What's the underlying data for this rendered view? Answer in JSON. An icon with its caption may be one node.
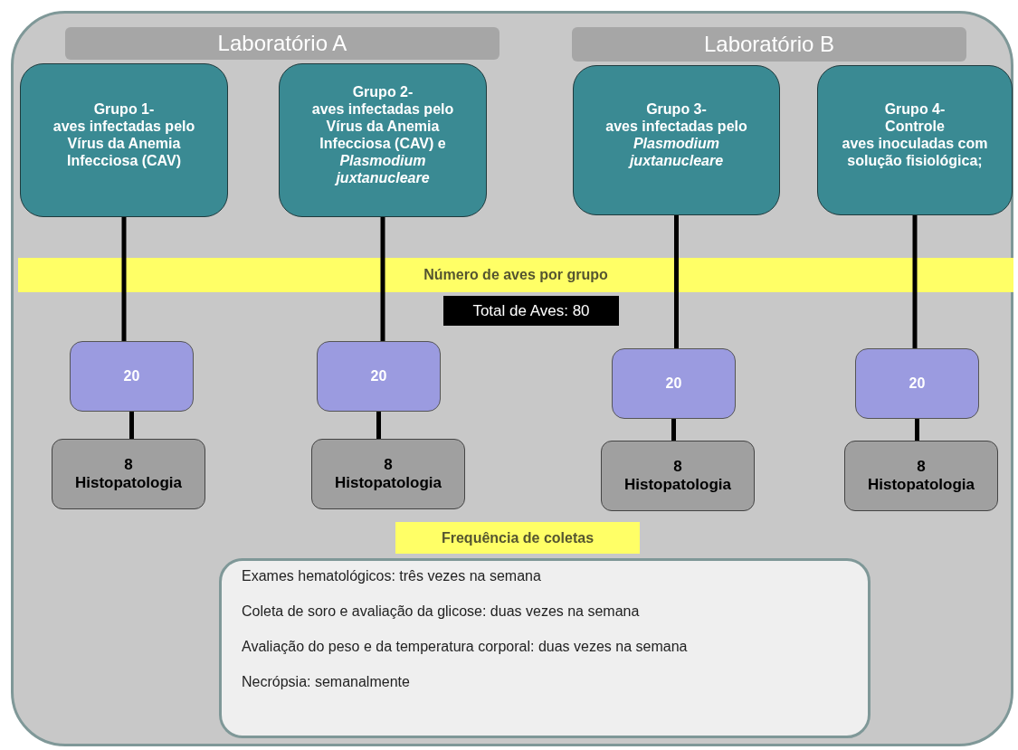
{
  "diagram": {
    "nodes": [
      {
        "text": [],
        "shape": "box"
      },
      {
        "text": [
          "Laboratório A"
        ],
        "in": 0
      },
      {
        "text": [
          "Laboratório B"
        ],
        "in": 0
      },
      {
        "text": [
          "Grupo 1-",
          "aves infectadas pelo Vírus da Anemia Infecciosa (CAV)"
        ],
        "in": 0
      },
      {
        "text": [
          "Grupo 2-",
          "aves infectadas pelo Vírus da Anemia Infecciosa (CAV) e *Plasmodium juxtanucleare*"
        ],
        "in": 0
      },
      {
        "text": [
          "Grupo 3-",
          "aves infectadas pelo *Plasmodium juxtanucleare*"
        ],
        "in": 0
      },
      {
        "text": [
          "Grupo 4-",
          "Controle",
          "aves inoculadas com solução fisiológica;"
        ],
        "in": 0
      },
      {
        "text": [
          "Total de Aves: 80"
        ],
        "in": 0
      },
      {
        "text": [
          "20"
        ],
        "in": 0
      },
      {
        "text": [
          "20"
        ],
        "in": 0
      },
      {
        "text": [
          "20"
        ],
        "in": 0
      },
      {
        "text": [
          "20"
        ],
        "in": 0
      },
      {
        "text": [
          "8",
          "Histopatologia"
        ],
        "in": 0
      },
      {
        "text": [
          "8",
          "Histopatologia"
        ],
        "in": 0
      },
      {
        "text": [
          "8",
          "Histopatologia"
        ],
        "in": 0
      },
      {
        "text": [
          "8",
          "Histopatologia"
        ],
        "in": 0
      },
      {
        "text": [
          "Frequência de coletas"
        ],
        "in": 0
      },
      {
        "text": [
          "Exames hematológicos: três vezes na semana",
          "Coleta de soro e avaliação da glicose: duas vezes na semana",
          "Avaliação do peso e da temperatura corporal: duas vezes na semana",
          "Necrópsia: semanalmente"
        ],
        "in": 0
      }
    ],
    "edges": [
      {
        "from": 3,
        "to": 8,
        "arrow": "none"
      },
      {
        "from": 4,
        "to": 9,
        "arrow": "none"
      },
      {
        "from": 5,
        "to": 10,
        "arrow": "none"
      },
      {
        "from": 6,
        "to": 11,
        "arrow": "none"
      },
      {
        "from": 8,
        "to": 12,
        "arrow": "none"
      },
      {
        "from": 9,
        "to": 13,
        "arrow": "none"
      },
      {
        "from": 10,
        "to": 14,
        "arrow": "none"
      },
      {
        "from": 11,
        "to": 15,
        "arrow": "none"
      }
    ],
    "labels": [
      "Número de aves por grupo"
    ]
  }
}
